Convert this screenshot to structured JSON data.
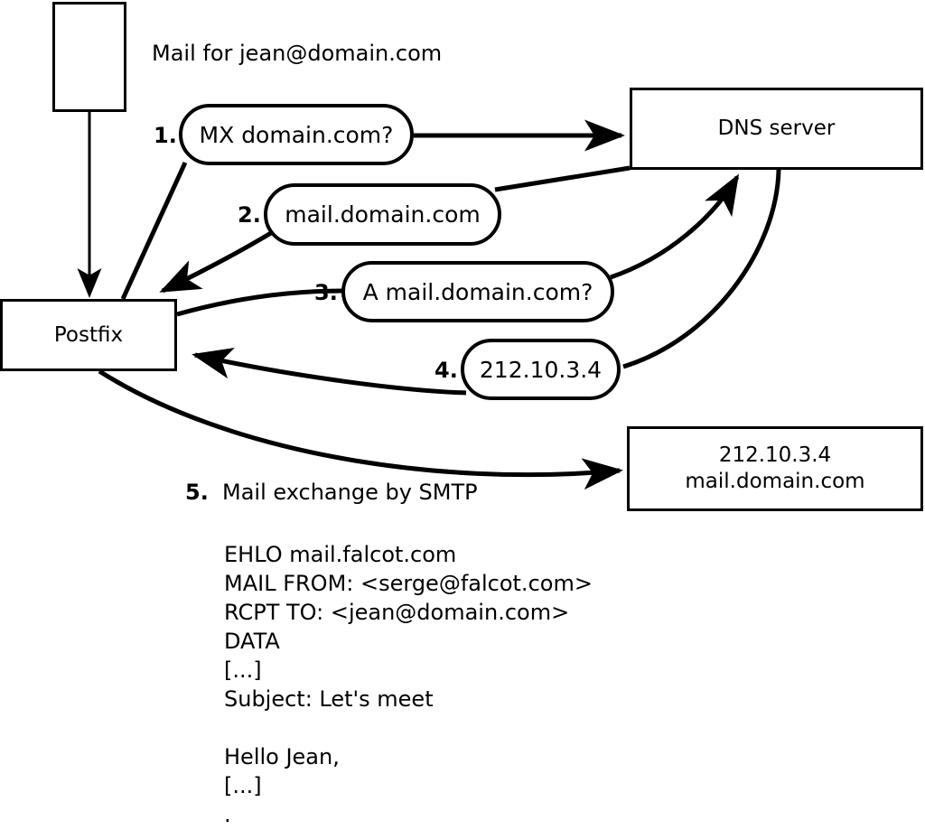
{
  "diagram": {
    "title_text": "Mail for jean@domain.com",
    "nodes": {
      "sender_client": {
        "label": ""
      },
      "postfix": {
        "label": "Postfix"
      },
      "dns_server": {
        "label": "DNS server"
      },
      "target_server": {
        "line1": "212.10.3.4",
        "line2": "mail.domain.com"
      }
    },
    "steps": [
      {
        "number": "1.",
        "message": "MX domain.com?"
      },
      {
        "number": "2.",
        "message": "mail.domain.com"
      },
      {
        "number": "3.",
        "message": "A mail.domain.com?"
      },
      {
        "number": "4.",
        "message": "212.10.3.4"
      },
      {
        "number": "5.",
        "message": "Mail exchange by SMTP"
      }
    ],
    "smtp_transcript": [
      "EHLO mail.falcot.com",
      "MAIL FROM: <serge@falcot.com>",
      "RCPT TO: <jean@domain.com>",
      "DATA",
      "[...]",
      "Subject: Let's meet",
      "",
      "Hello Jean,",
      "[...]",
      "."
    ],
    "colors": {
      "stroke": "#000000",
      "fill": "#ffffff",
      "text": "#000000"
    }
  }
}
